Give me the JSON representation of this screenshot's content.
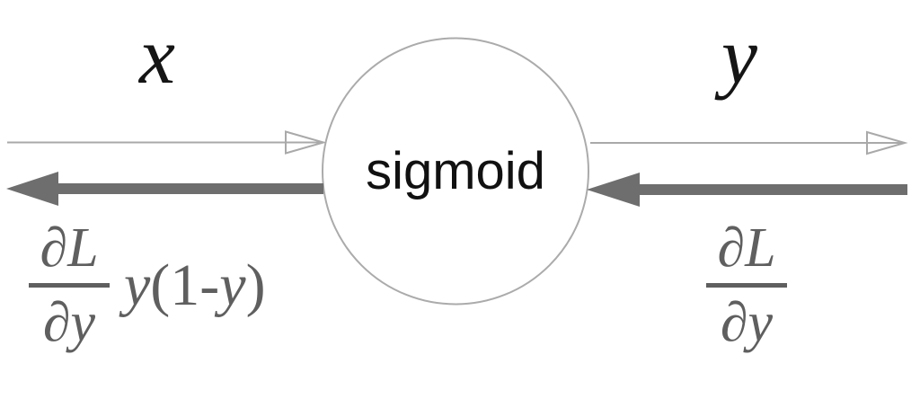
{
  "diagram": {
    "node": {
      "label": "sigmoid"
    },
    "forward": {
      "input_label": "x",
      "output_label": "y"
    },
    "backward": {
      "output_gradient": {
        "numerator": "∂L",
        "denominator": "∂y"
      },
      "input_gradient": {
        "numerator": "∂L",
        "denominator": "∂y",
        "factor": [
          "y",
          "(1-",
          "y",
          ")"
        ]
      }
    }
  },
  "colors": {
    "background": "#ffffff",
    "node_stroke": "#ababab",
    "forward_arrow": "#a9a9a9",
    "backward_arrow": "#6e6e6e",
    "gradient_text": "#5f5f5f",
    "label_text": "#151515"
  }
}
